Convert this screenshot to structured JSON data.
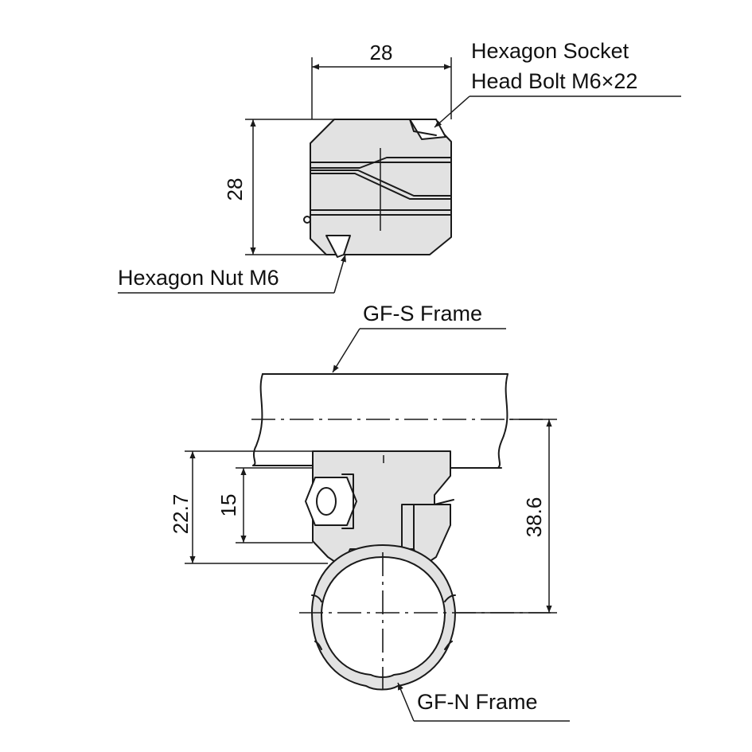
{
  "labels": {
    "bolt_line1": "Hexagon Socket",
    "bolt_line2": "Head Bolt M6×22",
    "nut": "Hexagon Nut M6",
    "gf_s_frame": "GF-S Frame",
    "gf_n_frame": "GF-N Frame"
  },
  "dimensions": {
    "top_width": "28",
    "top_height": "28",
    "height_22_7": "22.7",
    "height_15": "15",
    "height_38_6": "38.6"
  }
}
